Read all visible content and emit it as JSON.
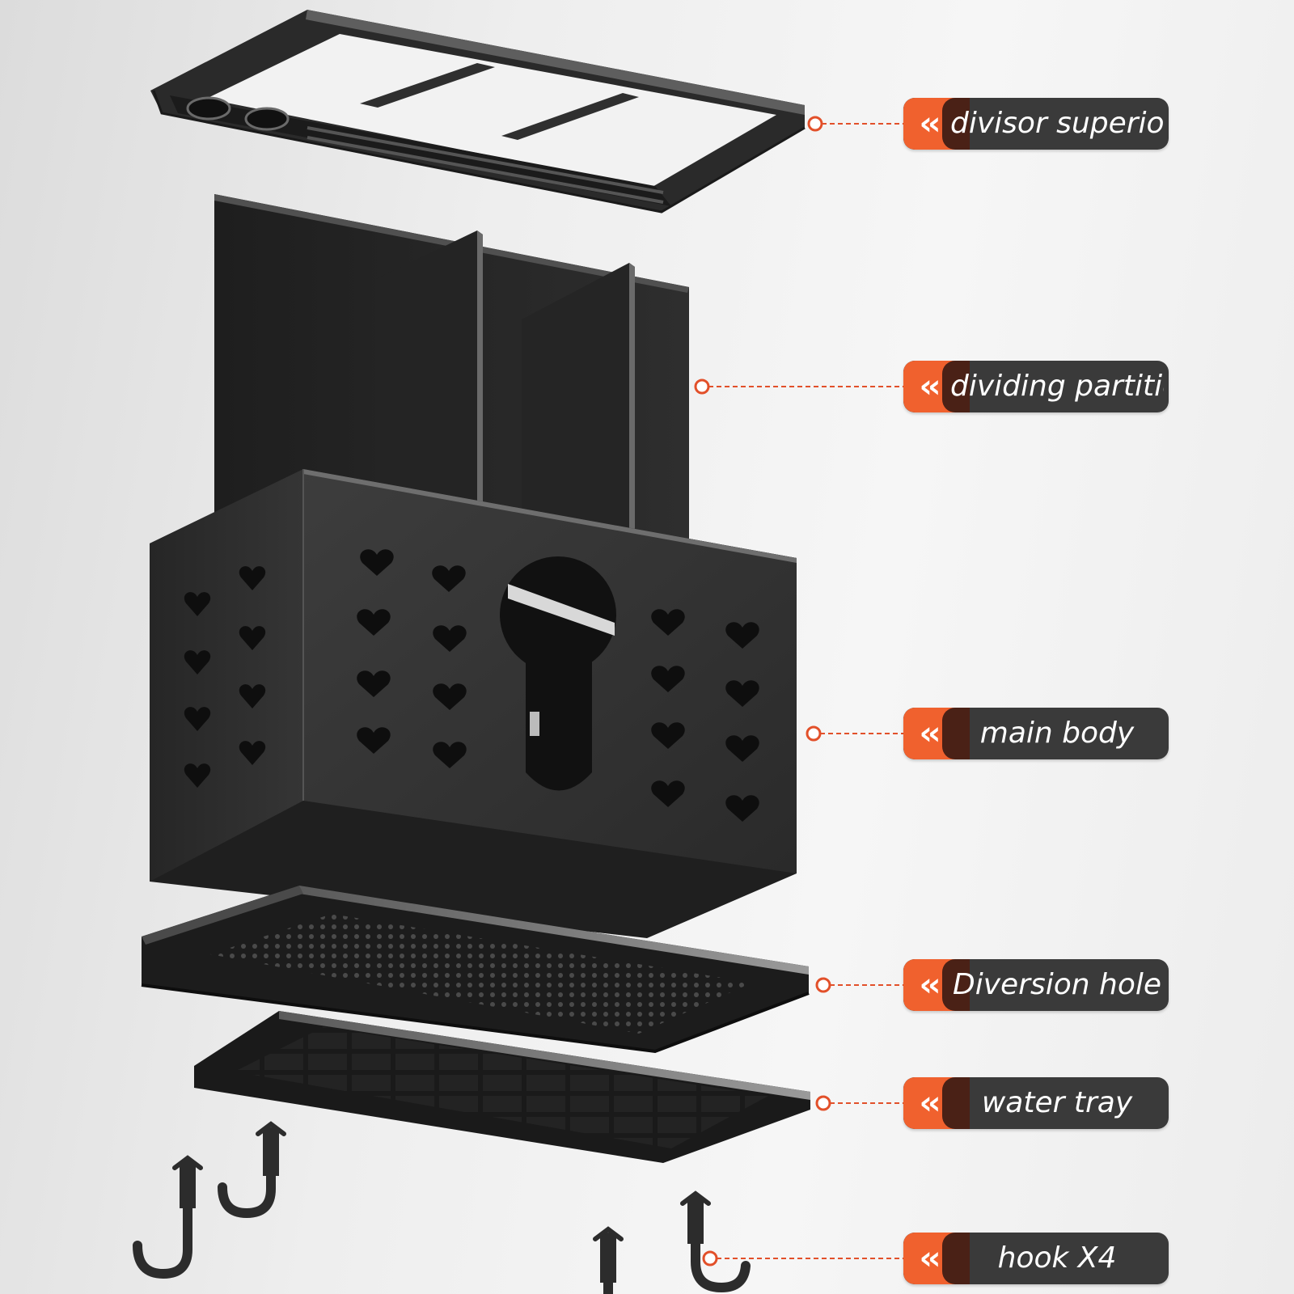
{
  "product_parts": [
    {
      "id": "top",
      "label": "divisor superior"
    },
    {
      "id": "partition",
      "label": "dividing partition"
    },
    {
      "id": "body",
      "label": "main body"
    },
    {
      "id": "diversion",
      "label": "Diversion hole"
    },
    {
      "id": "tray",
      "label": "water tray"
    },
    {
      "id": "hooks",
      "label": "hook X4"
    }
  ],
  "callout_icon": "double-chevron-left-icon",
  "colors": {
    "accent": "#f0612e",
    "callout_bg": "#3a3a3a",
    "leader": "#e2502a",
    "product": "#2b2b2b"
  }
}
